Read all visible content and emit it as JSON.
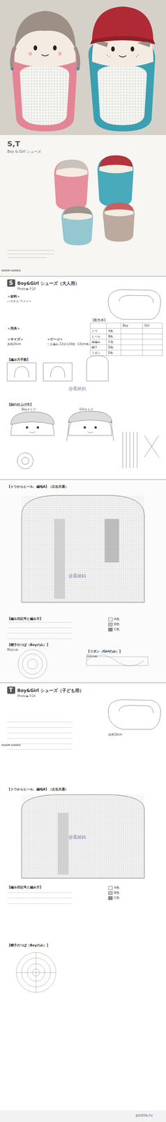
{
  "diagram": {
    "title": "Boy&Girl シューズ（大人用）",
    "nodes": [
      {
        "text": [
          "S"
        ]
      },
      {
        "text": [
          "【配色表】"
        ]
      },
      {
        "text": [
          "T"
        ]
      }
    ],
    "labels": [
      "S,T",
      "Boy & Girl シューズ",
      "ROOM SHOES",
      "Photo ▶ P.24",
      "＜材料＞",
      "ハマナカ アメリー",
      "＜用具＞",
      "＜サイズ＞",
      "底長24cm",
      "＜ゲージ＞",
      "こま編み 22目×24段（10cm角）",
      "【編み方手順】",
      "【顔の仕上げ方】",
      "Boyタイプ",
      "Girlタイプ",
      "@晨嬉妈",
      "【トウからヒール、編地A】（左右共通）",
      "@晨嬉妈",
      "【編み目記号と編み方】",
      "【帽子のつば（Boyのみ）】",
      "【リボン（Girlのみ）】",
      "ROOM SHOES",
      "Boy&Girl シューズ（子ども用）",
      "Photo ▶ P.24",
      "【トウからヒール、編地A】（左右共通）",
      "@晨嬉妈",
      "【編み目記号と編み方】",
      "【帽子のつば（Boyのみ）】",
      "Boy",
      "Girl",
      "トウ",
      "A色",
      "ヒール",
      "B色",
      "縁編み",
      "C色",
      "帽子",
      "D色",
      "リボン",
      "E色",
      "Boyのみ",
      "Girlのみ",
      "底長18cm",
      "postila.ru"
    ],
    "legend": [
      {
        "text": "A色",
        "color": "#f2f2f2"
      },
      {
        "text": "B色",
        "color": "#c4c4c4"
      },
      {
        "text": "C色",
        "color": "#8c8c8c"
      },
      {
        "text": "A色",
        "color": "#f2f2f2"
      },
      {
        "text": "B色",
        "color": "#c4c4c4"
      },
      {
        "text": "C色",
        "color": "#8c8c8c"
      }
    ]
  }
}
